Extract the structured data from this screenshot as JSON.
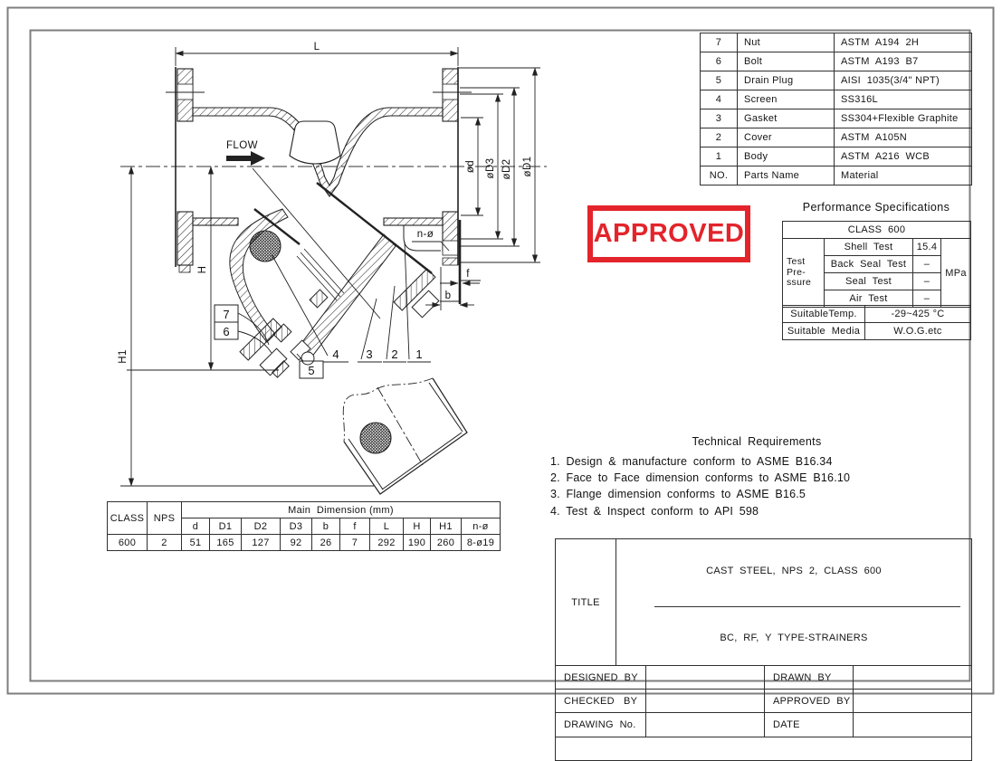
{
  "page": {
    "bg": "#ffffff",
    "border_color": "#7e7e7e"
  },
  "stamp": {
    "label": "APPROVED",
    "color": "#e3242b"
  },
  "parts_table": {
    "rows": [
      {
        "no": "7",
        "name": "Nut",
        "material": "ASTM  A194  2H"
      },
      {
        "no": "6",
        "name": "Bolt",
        "material": "ASTM  A193  B7"
      },
      {
        "no": "5",
        "name": "Drain Plug",
        "material": "AISI  1035(3/4\" NPT)"
      },
      {
        "no": "4",
        "name": "Screen",
        "material": "SS316L"
      },
      {
        "no": "3",
        "name": "Gasket",
        "material": "SS304+Flexible Graphite"
      },
      {
        "no": "2",
        "name": "Cover",
        "material": "ASTM  A105N"
      },
      {
        "no": "1",
        "name": "Body",
        "material": "ASTM  A216  WCB"
      },
      {
        "no": "NO.",
        "name": "Parts Name",
        "material": "Material"
      }
    ]
  },
  "performance": {
    "title": "Performance  Specifications",
    "class_header": "CLASS  600",
    "pressure_label": [
      "Test",
      "Pre-",
      "ssure"
    ],
    "unit": "MPa",
    "tests": [
      {
        "name": "Shell  Test",
        "value": "15.4"
      },
      {
        "name": "Back  Seal  Test",
        "value": "–"
      },
      {
        "name": "Seal  Test",
        "value": "–"
      },
      {
        "name": "Air  Test",
        "value": "–"
      }
    ],
    "temp_label": "SuitableTemp.",
    "temp_value": "-29~425 °C",
    "media_label": "Suitable  Media",
    "media_value": "W.O.G.etc"
  },
  "tech_requirements": {
    "title": "Technical  Requirements",
    "items": [
      "1.  Design  &  manufacture  conform  to  ASME  B16.34",
      "2.  Face  to  Face  dimension  conforms  to  ASME  B16.10",
      "3.  Flange  dimension  conforms  to  ASME  B16.5",
      "4.  Test  &  Inspect  conform  to  API  598"
    ]
  },
  "dimension_table": {
    "class_label": "CLASS",
    "nps_label": "NPS",
    "header": "Main  Dimension (mm)",
    "columns": [
      "d",
      "D1",
      "D2",
      "D3",
      "b",
      "f",
      "L",
      "H",
      "H1",
      "n-ø"
    ],
    "class_value": "600",
    "nps_value": "2",
    "values": [
      "51",
      "165",
      "127",
      "92",
      "26",
      "7",
      "292",
      "190",
      "260",
      "8-ø19"
    ]
  },
  "title_block": {
    "title_label": "TITLE",
    "title_line1": "CAST  STEEL,  NPS  2,  CLASS  600",
    "title_line2": "BC,  RF,  Y  TYPE-STRAINERS",
    "designed_by_label": "DESIGNED  BY",
    "drawn_by_label": "DRAWN  BY",
    "checked_by_label": "CHECKED   BY",
    "approved_by_label": "APPROVED  BY",
    "drawing_no_label": "DRAWING  No.",
    "date_label": "DATE",
    "designed_by_value": "",
    "drawn_by_value": "",
    "checked_by_value": "",
    "approved_by_value": "",
    "drawing_no_value": "",
    "date_value": ""
  },
  "drawing": {
    "flow_label": "FLOW",
    "dims": {
      "L": "L",
      "H": "H",
      "H1": "H1",
      "d": "ød",
      "D3": "øD3",
      "D2": "øD2",
      "D1": "øD1",
      "f": "f",
      "b": "b",
      "n_holes": "n-ø"
    },
    "callouts": {
      "c1": "1",
      "c2": "2",
      "c3": "3",
      "c4": "4",
      "c5": "5",
      "c6": "6",
      "c7": "7"
    }
  }
}
